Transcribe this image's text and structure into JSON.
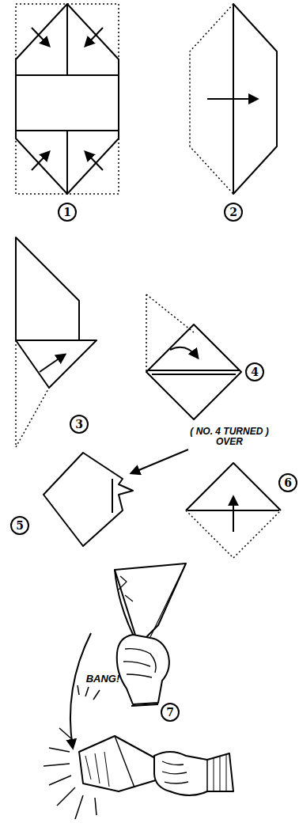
{
  "diagram": {
    "labels": [
      "1",
      "2",
      "3",
      "4",
      "5",
      "6",
      "7",
      "( NO. 4 TURNED ) OVER",
      "BANG!"
    ]
  }
}
